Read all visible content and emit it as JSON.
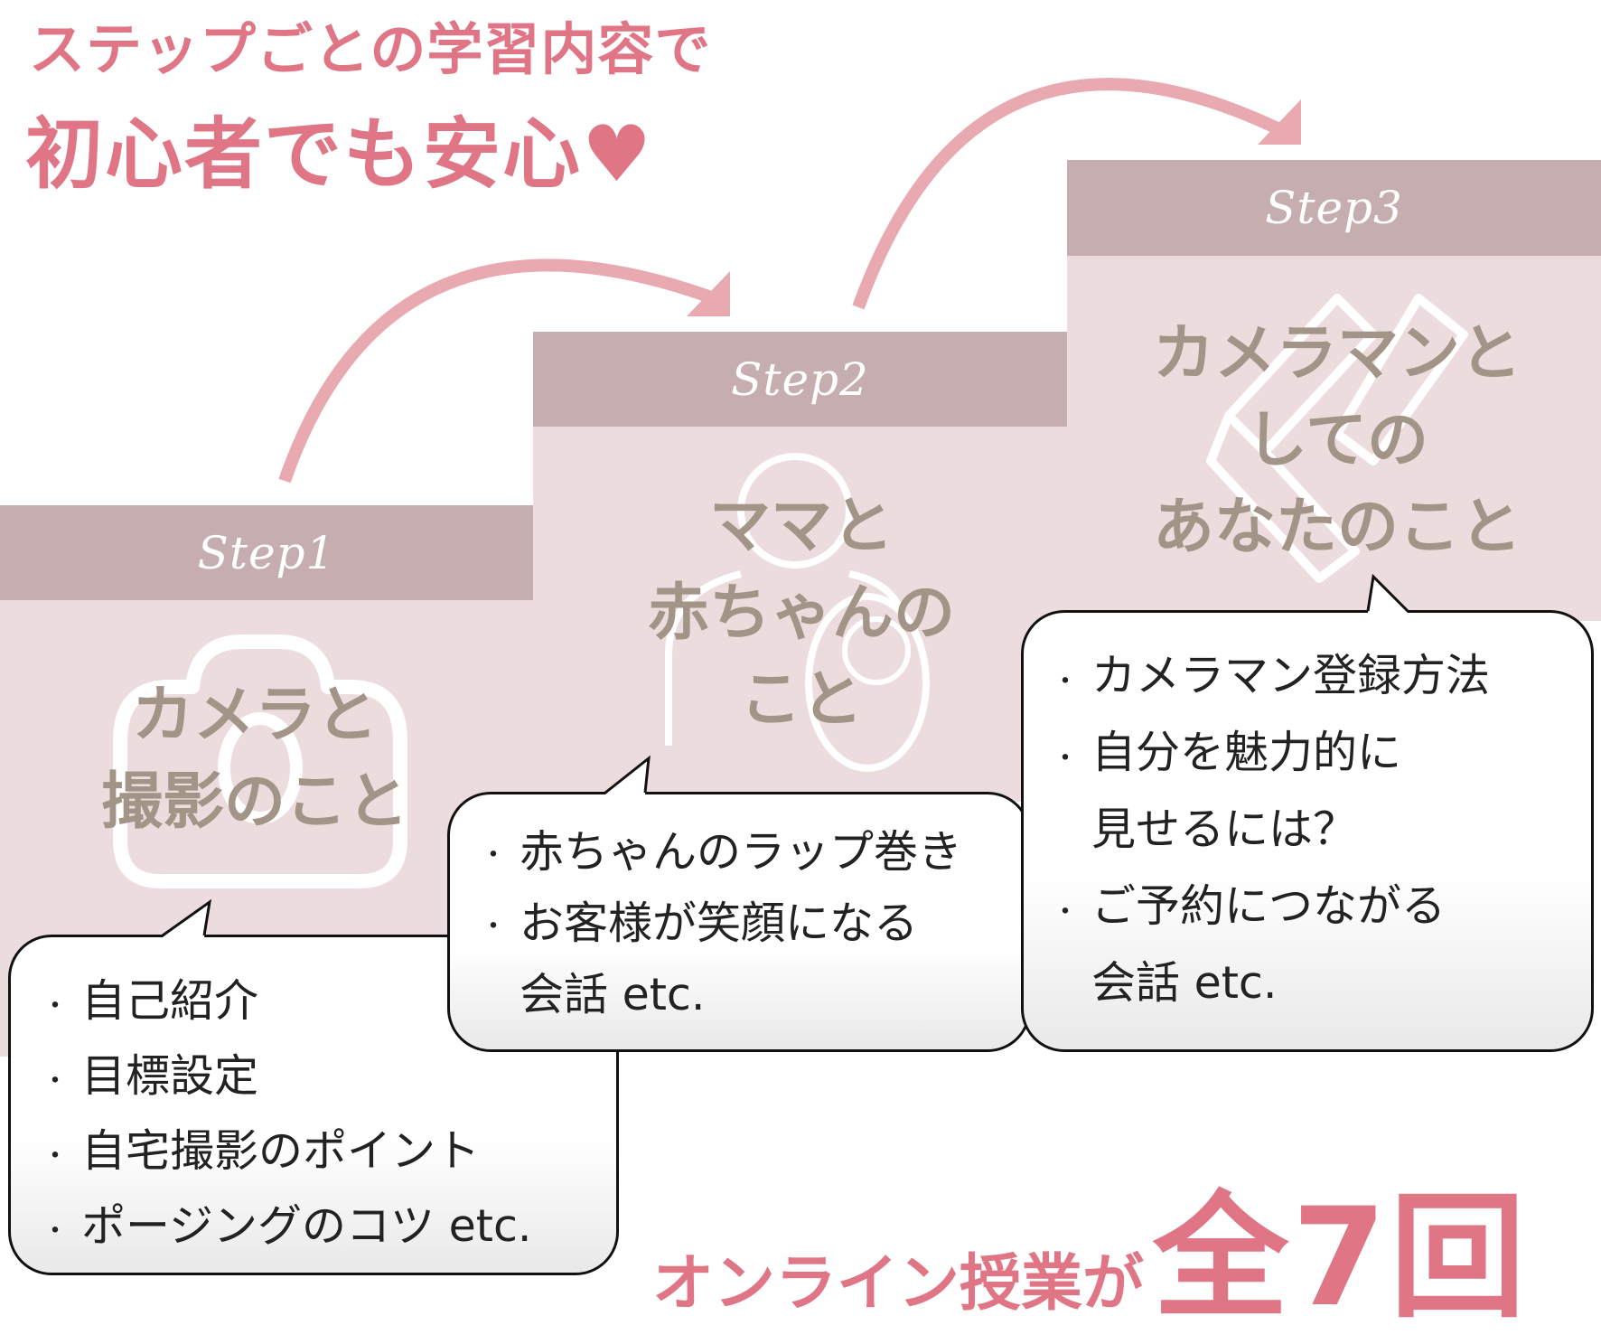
{
  "headline": {
    "line1": "ステップごとの学習内容で",
    "line2": "初心者でも安心♥"
  },
  "steps": [
    {
      "label": "Step1",
      "title": [
        "カメラと",
        "撮影のこと"
      ],
      "icon": "camera-icon",
      "bubble": [
        {
          "b": true,
          "t": "自己紹介"
        },
        {
          "b": true,
          "t": "目標設定"
        },
        {
          "b": true,
          "t": "自宅撮影のポイント"
        },
        {
          "b": true,
          "t": "ポージングのコツ etc."
        }
      ]
    },
    {
      "label": "Step2",
      "title": [
        "ママと",
        "赤ちゃんの",
        "こと"
      ],
      "icon": "mother-baby-icon",
      "bubble": [
        {
          "b": true,
          "t": "赤ちゃんのラップ巻き"
        },
        {
          "b": true,
          "t": "お客様が笑顔になる"
        },
        {
          "b": false,
          "t": "会話 etc."
        }
      ]
    },
    {
      "label": "Step3",
      "title": [
        "カメラマンと",
        "しての",
        "あなたのこと"
      ],
      "icon": "pen-icon",
      "bubble": [
        {
          "b": true,
          "t": "カメラマン登録方法"
        },
        {
          "b": true,
          "t": "自分を魅力的に"
        },
        {
          "b": false,
          "t": "見せるには？"
        },
        {
          "b": true,
          "t": "ご予約につながる"
        },
        {
          "b": false,
          "t": "会話 etc."
        }
      ]
    }
  ],
  "footer": {
    "prefix": "オンライン授業が",
    "count": "全7回"
  },
  "bullet": "・",
  "colors": {
    "pink": "#df7585",
    "header": "#c6adaf",
    "body": "#ecdcdd",
    "title": "#a39488",
    "arrow": "#e8a9b0"
  }
}
